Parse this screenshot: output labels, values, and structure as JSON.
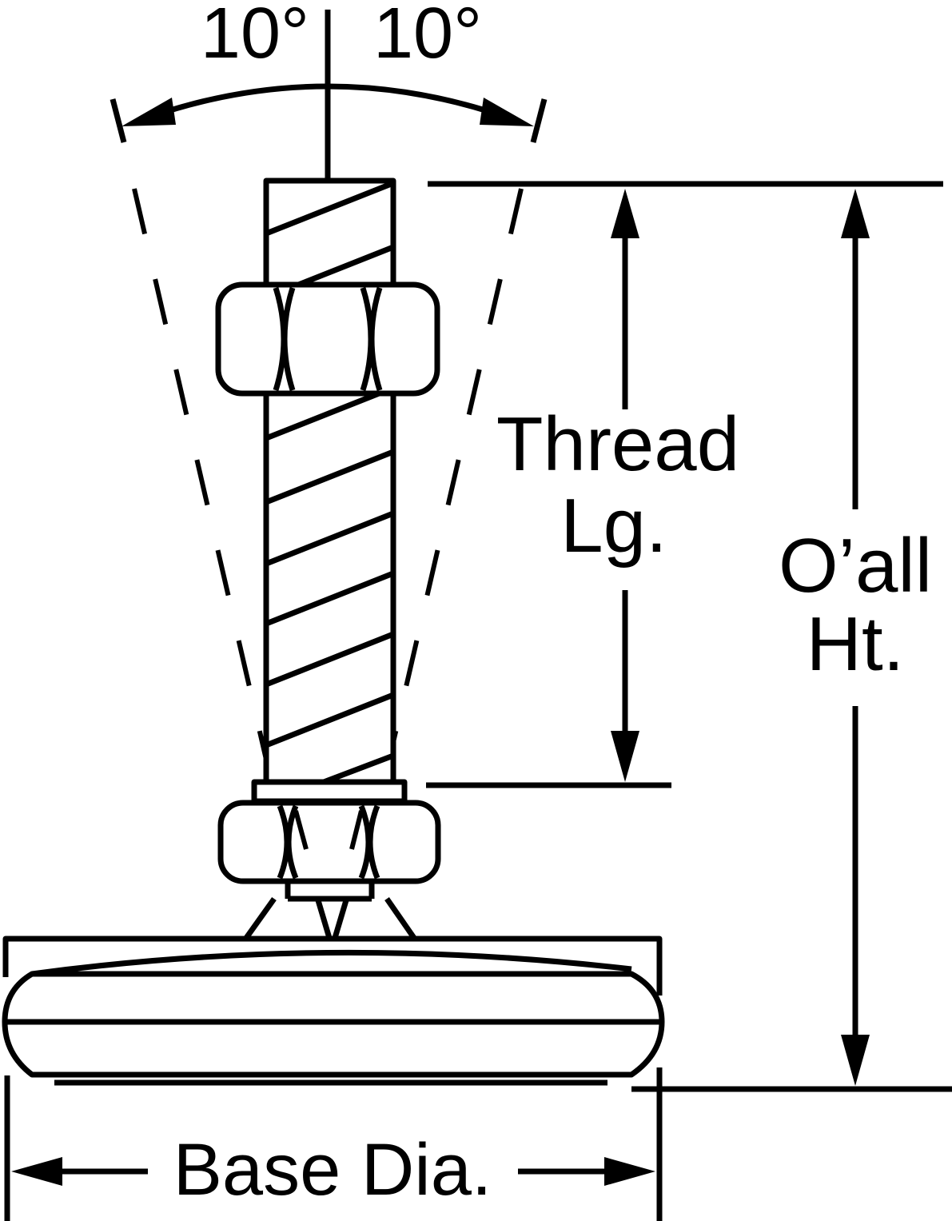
{
  "labels": {
    "angle_left": "10°",
    "angle_right": "10°",
    "thread_line1": "Thread",
    "thread_line2": "Lg.",
    "overall_line1": "O’all",
    "overall_line2": "Ht.",
    "base": "Base Dia."
  },
  "colors": {
    "ink": "#000000",
    "paper": "#ffffff"
  }
}
